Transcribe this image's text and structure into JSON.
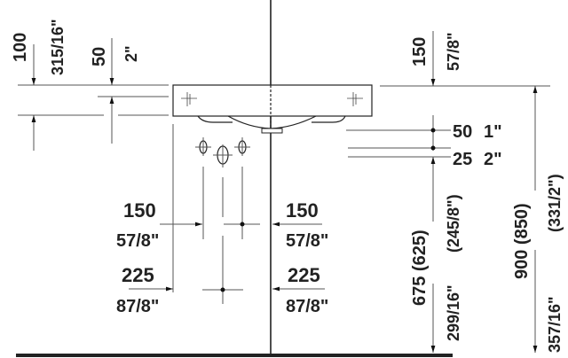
{
  "drawing": {
    "type": "washbasin installation dimension drawing",
    "top_left": {
      "offset_100": {
        "mm": "100",
        "inch": "315/16\""
      },
      "offset_50": {
        "mm": "50",
        "inch": "2\""
      }
    },
    "top_right": {
      "offset_150": {
        "mm": "150",
        "inch": "57/8\""
      }
    },
    "right_side": {
      "pipe_50": {
        "mm": "50",
        "inch": "1\""
      },
      "pipe_25": {
        "mm": "25",
        "inch": "2\""
      },
      "height_675": {
        "mm": "675 (625)",
        "inch_a": "299/16\"",
        "inch_b": "(245/8\")"
      },
      "height_900": {
        "mm": "900 (850)",
        "inch_a": "357/16\"",
        "inch_b": "(331/2\")"
      }
    },
    "left_lower": {
      "spacing_150": {
        "mm": "150",
        "inch": "57/8\""
      },
      "spacing_225": {
        "mm": "225",
        "inch": "87/8\""
      }
    },
    "center_lower": {
      "spacing_150": {
        "mm": "150",
        "inch": "57/8\""
      },
      "spacing_225": {
        "mm": "225",
        "inch": "87/8\""
      }
    }
  }
}
